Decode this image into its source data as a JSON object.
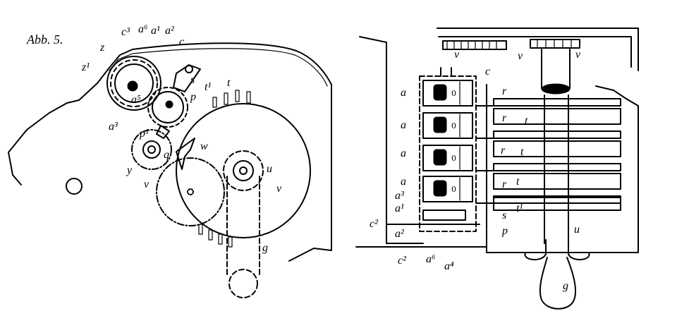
{
  "figure": {
    "title": "Abb. 5.",
    "left_labels": {
      "c3": "c³",
      "a6": "a⁶",
      "a1": "a¹",
      "a2": "a²",
      "c": "c",
      "z": "z",
      "z1": "z¹",
      "s": "s",
      "p": "p",
      "t1": "t¹",
      "t": "t",
      "a3": "a³",
      "a5": "a⁵",
      "p1": "p¹",
      "w": "w",
      "q": "q",
      "u": "u",
      "y": "y",
      "v": "v",
      "v2": "v",
      "g": "g"
    },
    "right_labels": {
      "c": "c",
      "a_1": "a",
      "a_2": "a",
      "a_3": "a",
      "a_4": "a",
      "a3": "a³",
      "a1": "a¹",
      "c2": "c²",
      "a2": "a²",
      "c2b": "c²",
      "a6": "a⁶",
      "a4": "a⁴",
      "r_1": "r",
      "r_2": "r",
      "r_3": "r",
      "r_4": "r",
      "t_1": "t",
      "t_2": "t",
      "t_3": "t",
      "t1": "t¹",
      "s": "s",
      "p": "p",
      "u": "u",
      "g": "g",
      "v_1": "v",
      "v_2": "v",
      "v_3": "v"
    },
    "counter_wheels": [
      "0",
      "0",
      "0",
      "0"
    ]
  }
}
